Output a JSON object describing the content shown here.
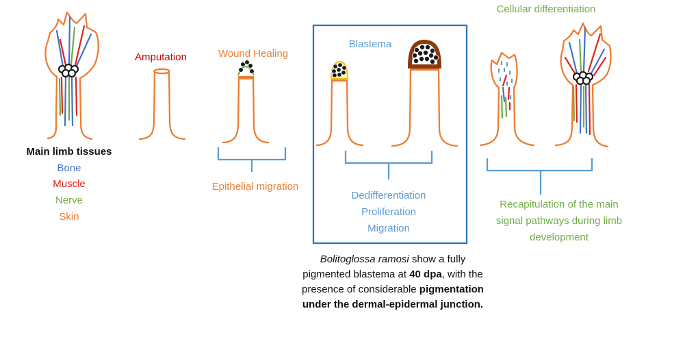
{
  "labels": {
    "main_tissues_title": "Main limb tissues",
    "bone": "Bone",
    "muscle": "Muscle",
    "nerve": "Nerve",
    "skin": "Skin",
    "amputation": "Amputation",
    "wound_healing": "Wound Healing",
    "epithelial_migration": "Epithelial migration",
    "blastema": "Blastema",
    "dedifferentiation": "Dedifferentiation",
    "proliferation": "Proliferation",
    "migration": "Migration",
    "cellular_differentiation": "Cellular differentiation",
    "recap_line1": "Recapitulation of the main",
    "recap_line2": "signal pathways  during limb",
    "recap_line3": "development"
  },
  "caption": {
    "species": "Bolitoglossa ramosi",
    "t1": " show a fully pigmented blastema at ",
    "b1": "40 dpa",
    "t2": ",  with the presence of considerable ",
    "b2": "pigmentation under the dermal-epidermal junction."
  },
  "colors": {
    "skin": "#ED7D31",
    "bone": "#4472C4",
    "muscle": "#E0201B",
    "nerve": "#70AD47",
    "label_blue": "#5B9BD5",
    "amputation_red": "#C00000",
    "green_text": "#70AD47",
    "box_border": "#2E75B6",
    "pigment_brown": "#8B3A0E",
    "blastema_yellow": "#F5C518"
  }
}
